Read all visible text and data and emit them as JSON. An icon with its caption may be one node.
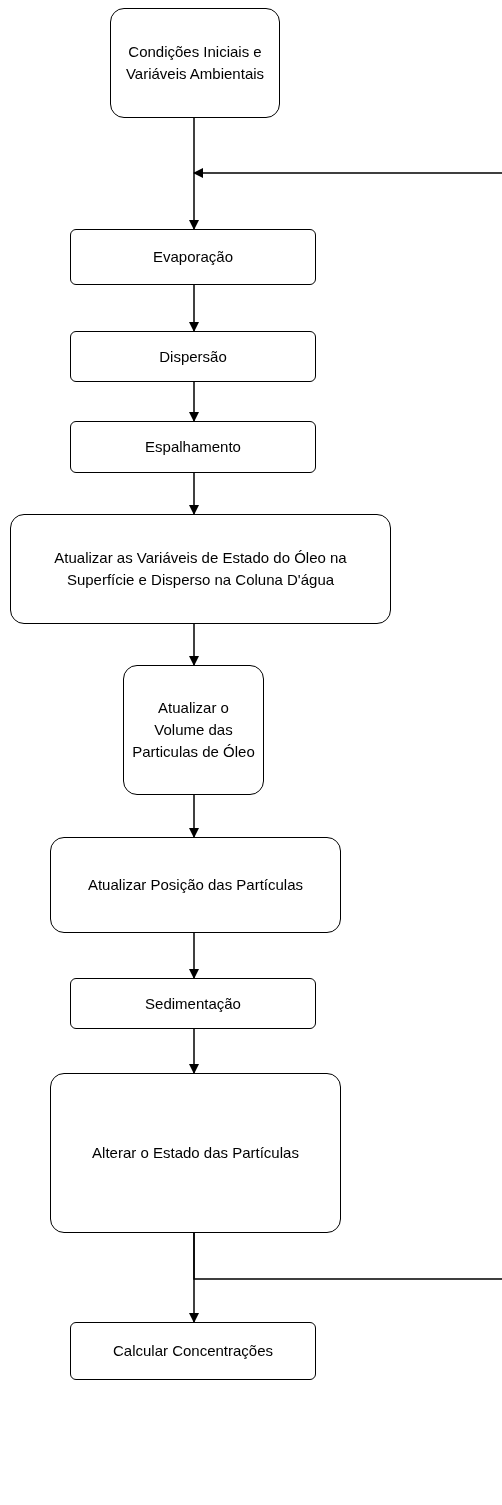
{
  "diagram": {
    "nodes": [
      {
        "text": [
          "Condições Iniciais e Variáveis Ambientais"
        ]
      },
      {
        "text": [
          "Evaporação"
        ]
      },
      {
        "text": [
          "Dispersão"
        ]
      },
      {
        "text": [
          "Espalhamento"
        ]
      },
      {
        "text": [
          "Atualizar as Variáveis de Estado do Óleo na Superfície e Disperso na Coluna D'água"
        ]
      },
      {
        "text": [
          "Atualizar o Volume das Particulas de Óleo"
        ]
      },
      {
        "text": [
          "Atualizar Posição das Partículas"
        ]
      },
      {
        "text": [
          "Sedimentação"
        ]
      },
      {
        "text": [
          "Alterar o Estado das Partículas"
        ]
      },
      {
        "text": [
          "Calcular Concentrações"
        ]
      }
    ],
    "edges": [
      {
        "from": 0,
        "to": 1,
        "arrow": "to"
      },
      {
        "from": 1,
        "to": 2,
        "arrow": "to"
      },
      {
        "from": 2,
        "to": 3,
        "arrow": "to"
      },
      {
        "from": 3,
        "to": 4,
        "arrow": "to"
      },
      {
        "from": 4,
        "to": 5,
        "arrow": "to"
      },
      {
        "from": 5,
        "to": 6,
        "arrow": "to"
      },
      {
        "from": 6,
        "to": 7,
        "arrow": "to"
      },
      {
        "from": 7,
        "to": 8,
        "arrow": "to"
      },
      {
        "from": 8,
        "to": 9,
        "arrow": "to"
      },
      {
        "from": 8,
        "to": 1,
        "arrow": "to"
      }
    ]
  }
}
